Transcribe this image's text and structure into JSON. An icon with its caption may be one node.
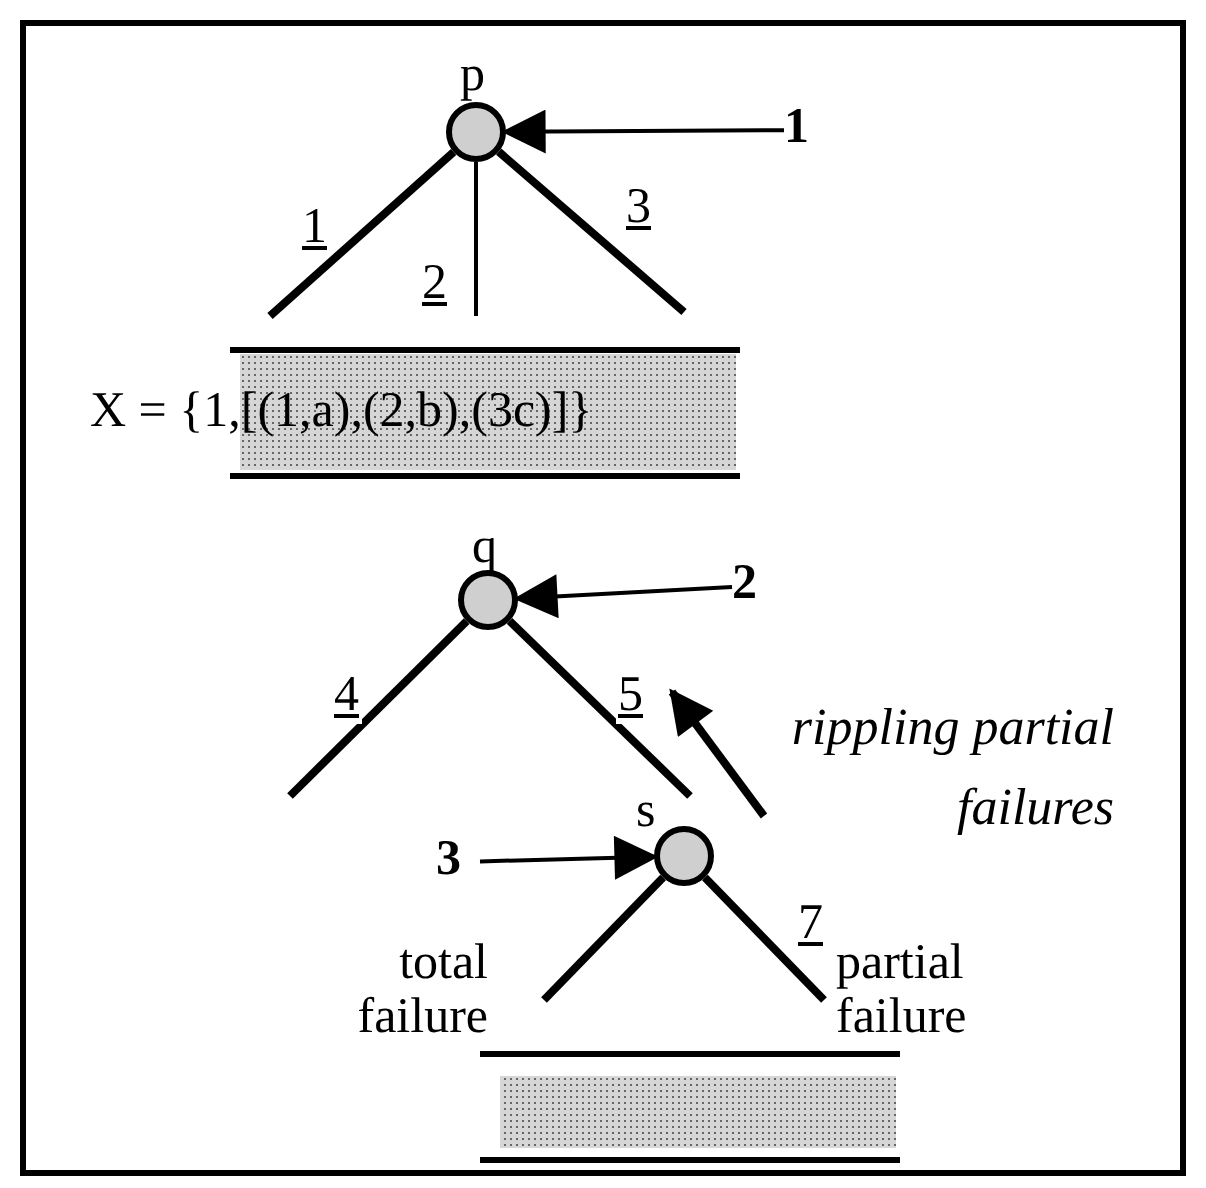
{
  "diagram": {
    "nodes": [
      {
        "text": [
          "p"
        ]
      },
      {
        "text": [
          "1"
        ]
      },
      {
        "text": [
          "X = {1,[(1,a),(2,b),(3c)]}"
        ]
      },
      {
        "text": [
          "q"
        ]
      },
      {
        "text": [
          "2"
        ]
      },
      {
        "text": [
          "rippling partial failures"
        ]
      },
      {
        "text": [
          "s"
        ]
      },
      {
        "text": [
          "3"
        ]
      },
      {
        "text": [],
        "shape": "bar"
      },
      {
        "text": [
          "total failure"
        ]
      },
      {
        "text": [
          "partial failure"
        ]
      }
    ],
    "edges": [
      {
        "from": 1,
        "to": 0,
        "arrow": "to"
      },
      {
        "from": 0,
        "to": null,
        "arrow": "none",
        "label": "1"
      },
      {
        "from": 0,
        "to": null,
        "arrow": "none",
        "label": "2"
      },
      {
        "from": 0,
        "to": null,
        "arrow": "none",
        "label": "3"
      },
      {
        "from": 4,
        "to": 3,
        "arrow": "to"
      },
      {
        "from": 3,
        "to": null,
        "arrow": "none",
        "label": "4"
      },
      {
        "from": 3,
        "to": null,
        "arrow": "none",
        "label": "5"
      },
      {
        "from": 5,
        "to": null,
        "arrow": "to"
      },
      {
        "from": 7,
        "to": 6,
        "arrow": "to"
      },
      {
        "from": 6,
        "to": 9,
        "arrow": "none"
      },
      {
        "from": 6,
        "to": 10,
        "arrow": "none",
        "label": "7"
      }
    ]
  }
}
